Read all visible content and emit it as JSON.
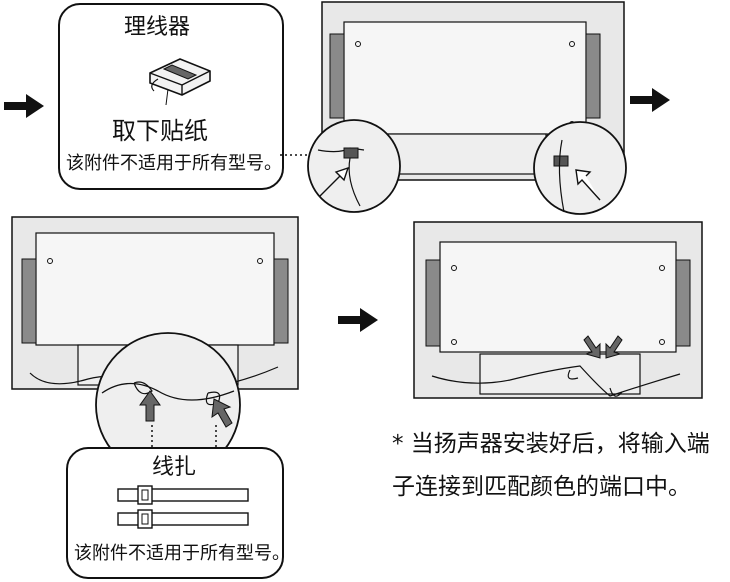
{
  "callout_top": {
    "title": "理线器",
    "instruction": "取下贴纸",
    "note": "该附件不适用于所有型号。"
  },
  "callout_bottom": {
    "title": "线扎",
    "note": "该附件不适用于所有型号。"
  },
  "footnote": {
    "line1": "* 当扬声器安装好后，将输入端",
    "line2": "子连接到匹配颜色的端口中。"
  },
  "icons": [
    "right-arrow-icon",
    "cable-holder-icon",
    "cable-tie-icon",
    "pointer-arrow-icon"
  ],
  "colors": {
    "stroke": "#111111",
    "panel_fill": "#e8e8e8",
    "panel_inner": "#f6f6f6",
    "speaker": "#8a8a8a"
  }
}
